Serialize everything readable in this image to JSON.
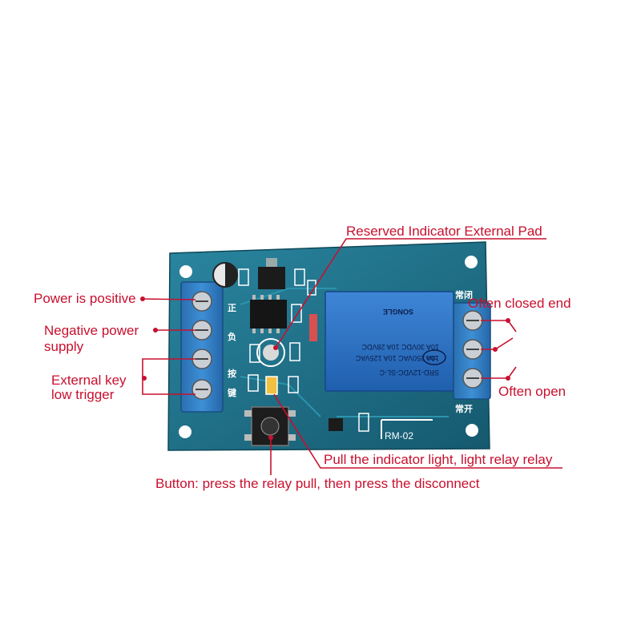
{
  "labels": {
    "reserved_pad": "Reserved Indicator External Pad",
    "power_positive": "Power is positive",
    "negative_power_line1": "Negative power",
    "negative_power_line2": "supply",
    "external_key_line1": "External key",
    "external_key_line2": "low trigger",
    "often_closed": "Often closed end",
    "often_open": "Often open",
    "pull_indicator": "Pull the indicator light, light relay relay",
    "button_desc": "Button: press the relay pull, then press the disconnect"
  },
  "board": {
    "model": "RM-02",
    "silk_positive": "正",
    "silk_negative": "负",
    "silk_key1": "按",
    "silk_key2": "键",
    "silk_nc": "常闭",
    "silk_no": "常开"
  },
  "relay": {
    "line1": "SRD-12VDC-SL-C",
    "line2": "10A 250VAC  10A 125VAC",
    "line3": "10A 30VDC  10A 28VDC",
    "brand": "SONGLE",
    "cert": "cqc"
  },
  "colors": {
    "pcb": "#1e6f86",
    "terminal": "#2f7fc4",
    "relay": "#2b6fc0",
    "annotation": "#c8102e"
  }
}
